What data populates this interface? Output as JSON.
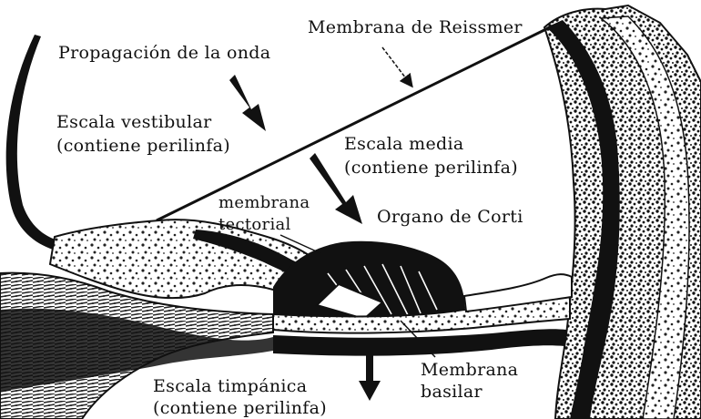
{
  "labels": {
    "reissner": "Membrana de Reissmer",
    "wave": "Propagación de la onda",
    "vestibular_1": "Escala vestibular",
    "vestibular_2": "(contiene perilinfa)",
    "media_1": "Escala media",
    "media_2": "(contiene perilinfa)",
    "tectorial_1": "membrana",
    "tectorial_2": "tectorial",
    "corti": "Organo de Corti",
    "basilar_1": "Membrana",
    "basilar_2": "basilar",
    "tympanic_1": "Escala timpánica",
    "tympanic_2": "(contiene perilinfa)"
  },
  "colors": {
    "ink": "#111111",
    "paper": "#ffffff",
    "stipple": "#2a2a2a"
  }
}
